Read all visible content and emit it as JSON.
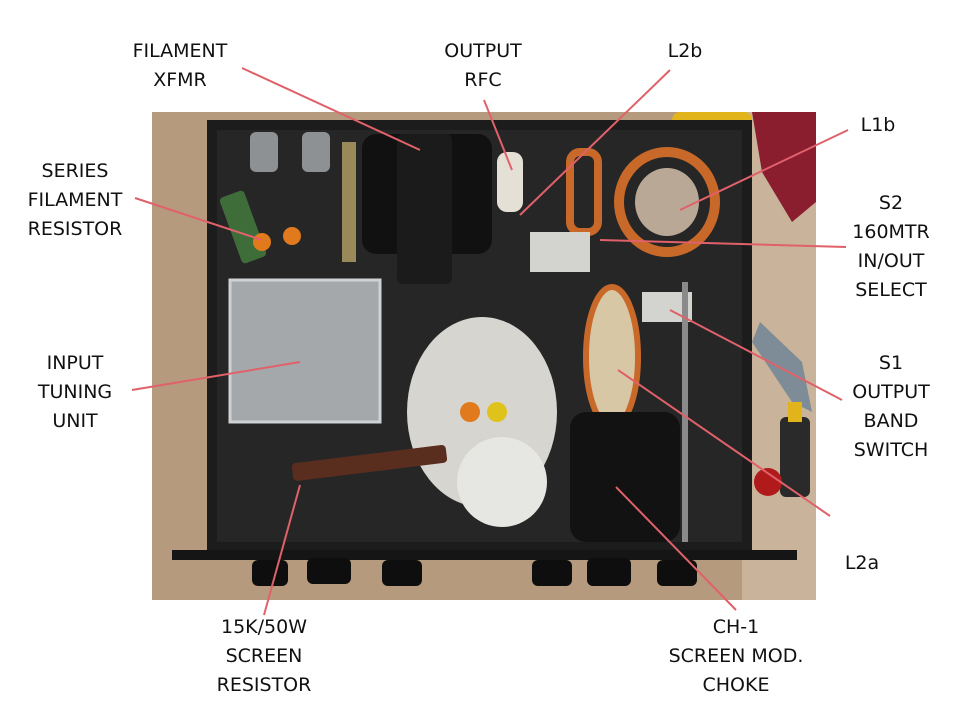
{
  "labels": {
    "filament_xfmr": "FILAMENT\nXFMR",
    "output_rfc": "OUTPUT\nRFC",
    "l2b": "L2b",
    "l1b": "L1b",
    "series_filament_resistor": "SERIES\nFILAMENT\nRESISTOR",
    "s2": "S2\n160MTR\nIN/OUT\nSELECT",
    "input_tuning_unit": "INPUT\nTUNING\nUNIT",
    "s1": "S1\nOUTPUT\nBAND\nSWITCH",
    "l2a": "L2a",
    "screen_resistor": "15K/50W\nSCREEN\nRESISTOR",
    "ch1": "CH-1\nSCREEN MOD.\nCHOKE"
  },
  "colors": {
    "leader": "#e0616a",
    "chassis": "#1c1c1c",
    "copper": "#c8692a"
  }
}
